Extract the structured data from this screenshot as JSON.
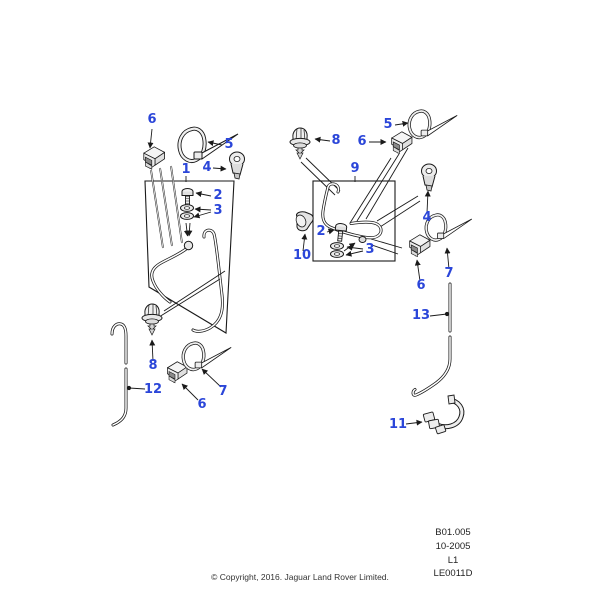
{
  "diagram": {
    "type": "exploded-parts-diagram",
    "colors": {
      "callout": "#2b46d9",
      "line": "#1a1a1a",
      "background": "#ffffff"
    },
    "callouts": [
      {
        "label": "6",
        "points_to": "saddle-clip"
      },
      {
        "label": "5",
        "points_to": "cable-tie"
      },
      {
        "label": "4",
        "points_to": "p-clip"
      },
      {
        "label": "1",
        "points_to": "tube-assembly-box"
      },
      {
        "label": "2",
        "points_to": "valve-bolt"
      },
      {
        "label": "3",
        "points_to": "washers"
      },
      {
        "label": "8",
        "points_to": "washer-jet"
      },
      {
        "label": "12",
        "points_to": "tube"
      },
      {
        "label": "6",
        "points_to": "saddle-clip"
      },
      {
        "label": "7",
        "points_to": "cable-tie"
      },
      {
        "label": "8",
        "points_to": "washer-jet"
      },
      {
        "label": "6",
        "points_to": "saddle-clip"
      },
      {
        "label": "5",
        "points_to": "cable-tie"
      },
      {
        "label": "9",
        "points_to": "tube-assembly-box"
      },
      {
        "label": "2",
        "points_to": "valve-bolt"
      },
      {
        "label": "3",
        "points_to": "washers"
      },
      {
        "label": "10",
        "points_to": "grommet"
      },
      {
        "label": "4",
        "points_to": "p-clip"
      },
      {
        "label": "7",
        "points_to": "cable-tie"
      },
      {
        "label": "6",
        "points_to": "saddle-clip"
      },
      {
        "label": "13",
        "points_to": "tube"
      },
      {
        "label": "11",
        "points_to": "hose-connector"
      }
    ],
    "doc_refs": {
      "ref1": "B01.005",
      "ref2": "10-2005",
      "ref3": "L1",
      "ref4": "LE0011D"
    },
    "copyright": "© Copyright, 2016. Jaguar Land Rover Limited."
  }
}
